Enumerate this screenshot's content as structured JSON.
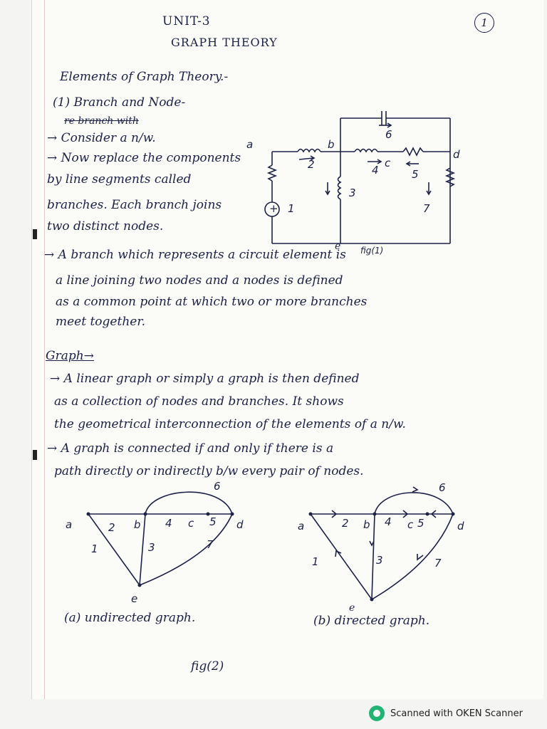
{
  "header": {
    "unit": "UNIT-3",
    "subject": "GRAPH THEORY",
    "page_number": "1"
  },
  "section1": {
    "heading": "Elements of Graph Theory.-",
    "subheading": "(1) Branch and Node-",
    "struck": "re branch with",
    "lines": [
      "→ Consider a n/w.",
      "→ Now replace the components",
      "by line segments called",
      "branches. Each branch joins",
      "two distinct nodes."
    ]
  },
  "circuit": {
    "nodes": [
      "a",
      "b",
      "c",
      "d"
    ],
    "branches": [
      "1",
      "2",
      "3",
      "4",
      "5",
      "6",
      "7"
    ],
    "source": "+",
    "caption": "fig(1)"
  },
  "definition": [
    "→ A branch which represents a circuit element is",
    "a line joining two nodes and a nodes is defined",
    "as a common point at which two or more branches",
    "meet together."
  ],
  "definition_mark": "e",
  "graph_section": {
    "heading": "Graph→",
    "lines": [
      "→ A linear graph or simply a graph is then defined",
      "as a collection of nodes and branches. It shows",
      "the geometrical interconnection of the elements of a n/w.",
      "→ A graph is connected if and only if there is a",
      "path directly or indirectly b/w every pair of nodes."
    ]
  },
  "graph_a": {
    "nodes": [
      "a",
      "b",
      "c",
      "d",
      "e"
    ],
    "branches": [
      "1",
      "2",
      "3",
      "4",
      "5",
      "6",
      "7"
    ],
    "caption": "(a) undirected graph."
  },
  "graph_b": {
    "nodes": [
      "a",
      "b",
      "c",
      "d"
    ],
    "branches": [
      "1",
      "2",
      "3",
      "4",
      "5",
      "6",
      "7"
    ],
    "caption": "(b) directed graph.",
    "mark": "e"
  },
  "fig2_caption": "fig(2)",
  "footer": {
    "text": "Scanned with OKEN Scanner"
  }
}
